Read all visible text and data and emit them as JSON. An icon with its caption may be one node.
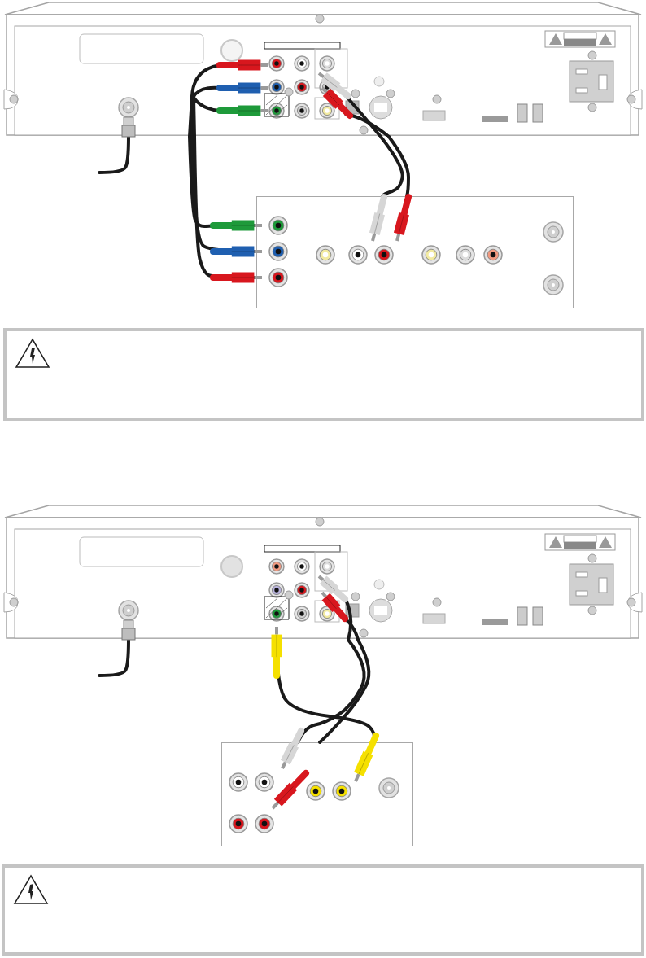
{
  "diagram": {
    "nodes": [
      {
        "text": [],
        "shape": "picture"
      },
      {
        "text": [],
        "shape": "box"
      },
      {
        "text": [],
        "shape": "picture"
      },
      {
        "text": [],
        "shape": "box"
      }
    ],
    "edges": [
      {
        "from": 0,
        "to": null,
        "arrow": "none"
      },
      {
        "from": 0,
        "to": 1,
        "arrow": "none"
      },
      {
        "from": 0,
        "to": 1,
        "arrow": "none"
      },
      {
        "from": 0,
        "to": 1,
        "arrow": "none"
      },
      {
        "from": 0,
        "to": 1,
        "arrow": "none"
      },
      {
        "from": 0,
        "to": 1,
        "arrow": "none"
      },
      {
        "from": 2,
        "to": null,
        "arrow": "none"
      },
      {
        "from": 2,
        "to": 3,
        "arrow": "none"
      },
      {
        "from": 2,
        "to": 3,
        "arrow": "none"
      },
      {
        "from": 2,
        "to": 3,
        "arrow": "none"
      }
    ]
  }
}
